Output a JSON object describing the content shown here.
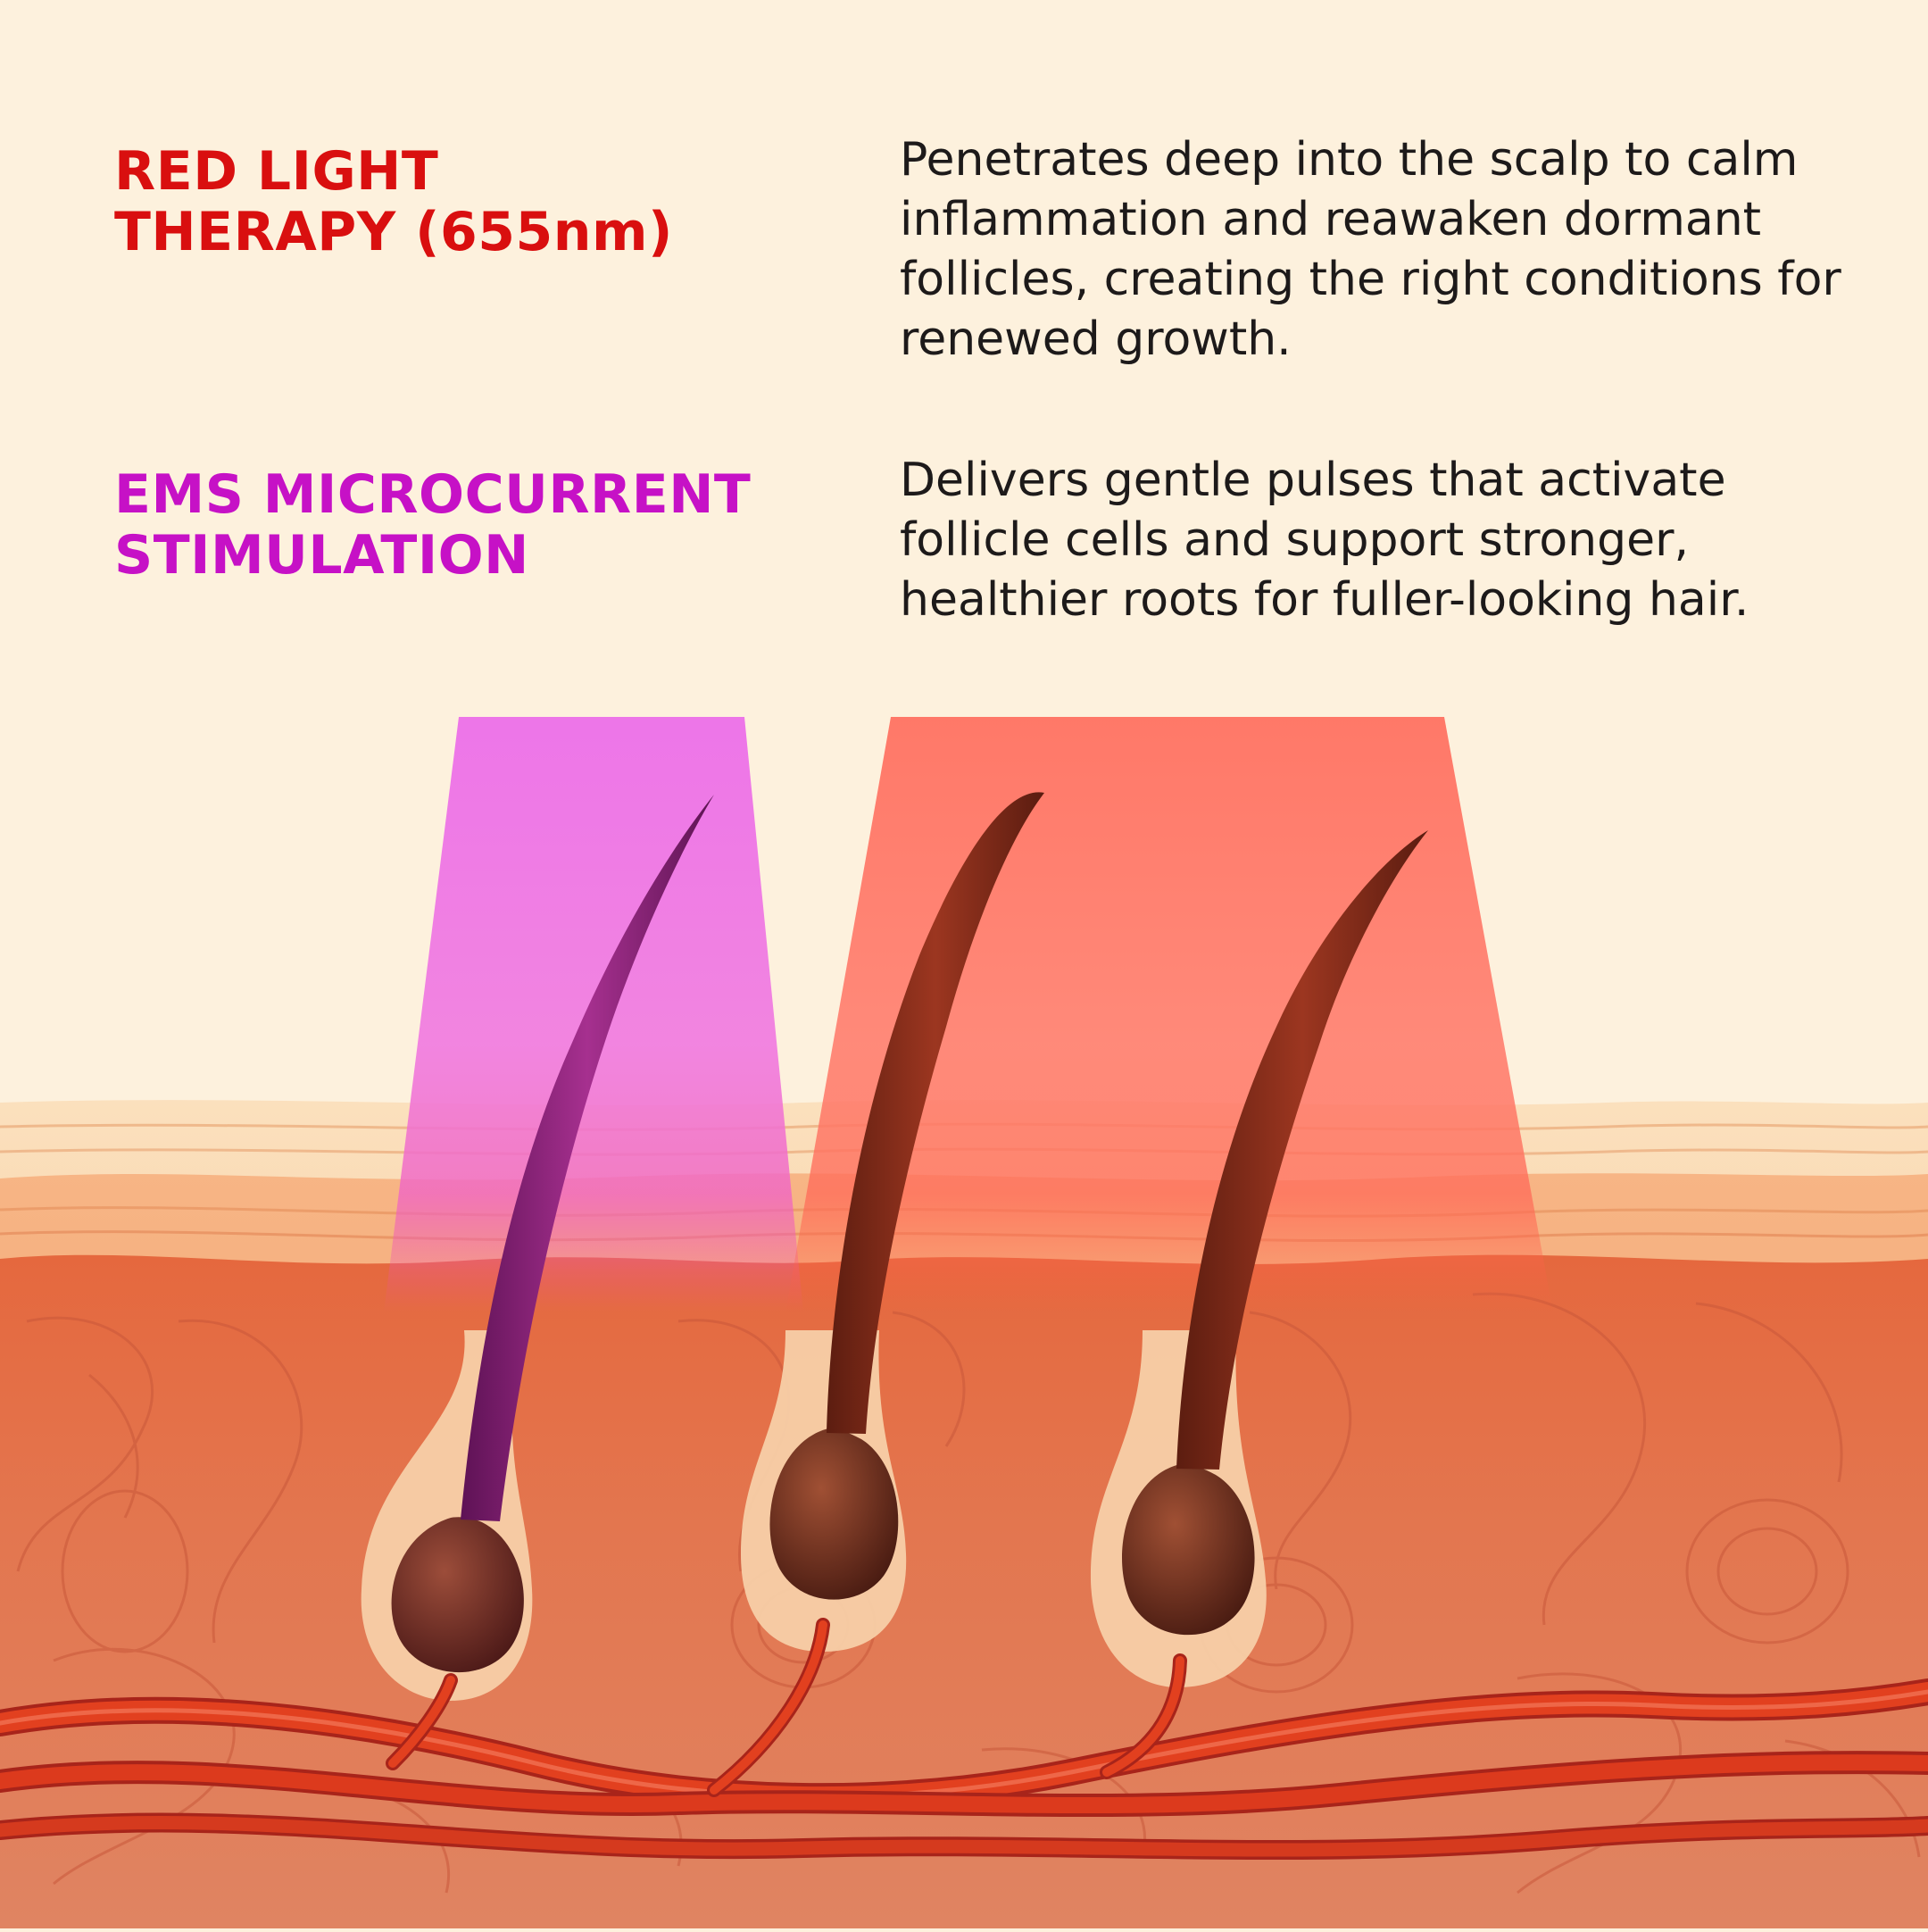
{
  "colors": {
    "background": "#fdf1dd",
    "red_light": "#d90f0f",
    "ems": "#c611c6",
    "text": "#1d1a1a",
    "magenta_beam": "#ee6fe8",
    "red_beam": "#ff7163",
    "skin_top": "#f6c594",
    "skin_deep": "#e57a4f",
    "blood_vessel": "#d23a1c",
    "hair_red": "#7e2c18",
    "hair_magenta": "#7a1d6c"
  },
  "features": [
    {
      "title_lines": [
        "RED LIGHT",
        "THERAPY (655nm)"
      ],
      "description": "Penetrates deep into the scalp to calm inflammation and reawaken dormant follicles, creating the right conditions for renewed growth."
    },
    {
      "title_lines": [
        "EMS MICROCURRENT",
        "STIMULATION"
      ],
      "description": "Delivers gentle pulses that activate follicle cells and support stronger, healthier roots for fuller-looking hair."
    }
  ],
  "illustration": {
    "beams": [
      "magenta-beam",
      "red-beam"
    ],
    "hair_follicles": 3,
    "icons": [
      "hair-follicle-icon",
      "blood-vessel-icon",
      "skin-layer-icon"
    ]
  }
}
